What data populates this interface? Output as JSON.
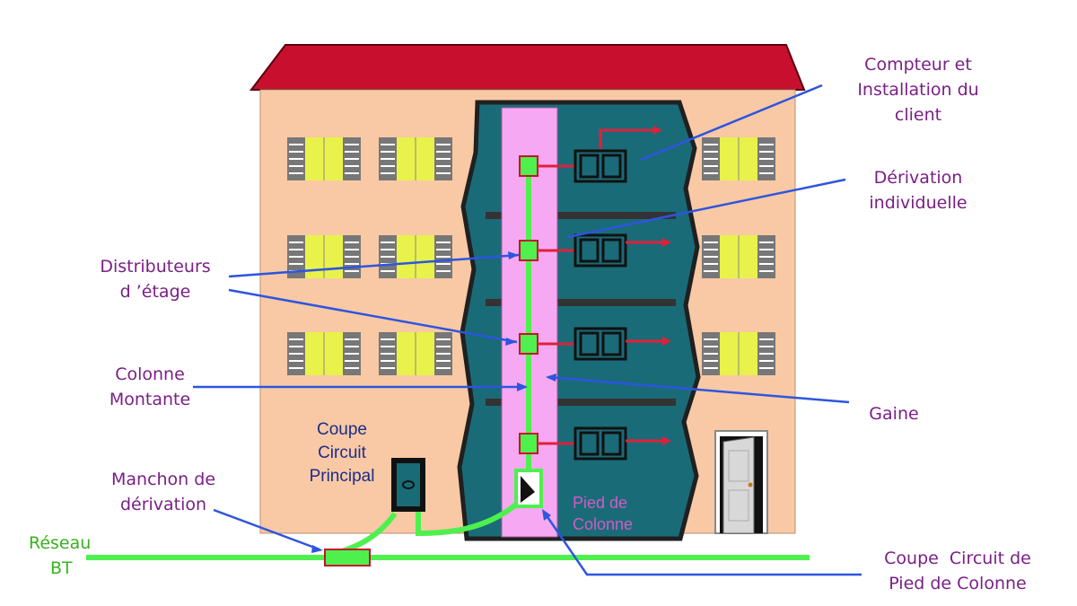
{
  "labels": {
    "compteur": [
      "Compteur et",
      "Installation du",
      "client"
    ],
    "derivation_individuelle": [
      "Dérivation",
      "individuelle"
    ],
    "distributeurs": [
      "Distributeurs",
      "d ’étage"
    ],
    "colonne_montante": [
      "Colonne",
      "Montante"
    ],
    "gaine": "Gaine",
    "manchon": [
      "Manchon de",
      "dérivation"
    ],
    "reseau": [
      "Réseau",
      "BT"
    ],
    "coupe_circuit_principal": [
      "Coupe",
      "Circuit",
      "Principal"
    ],
    "pied_de_colonne": [
      "Pied de",
      "Colonne"
    ],
    "coupe_circuit_pied": [
      "Coupe  Circuit de",
      "Pied de Colonne"
    ]
  },
  "colors": {
    "roof": "#c8102e",
    "facade": "#f8c9a4",
    "shaft": "#1a6b78",
    "gaine": "#f6a9f2",
    "cable": "#4ef04e",
    "annotation_line": "#2d55e0",
    "label_text": "#7a1f86",
    "network_label": "#38b21f"
  }
}
